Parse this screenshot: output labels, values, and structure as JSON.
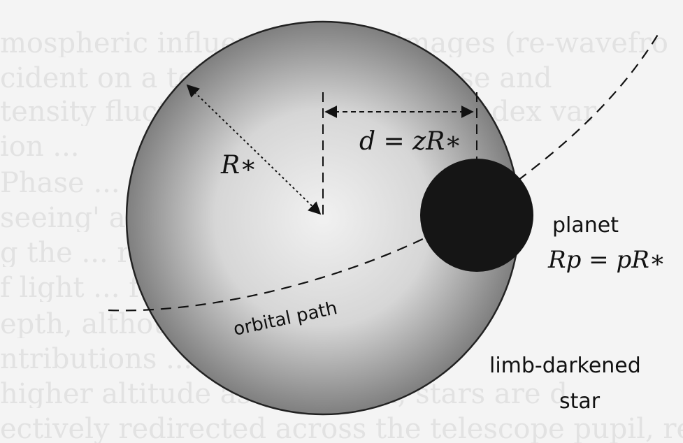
{
  "diagram": {
    "labels": {
      "stellar_radius": "R∗",
      "distance": "d = zR∗",
      "planet": "planet",
      "planet_radius": "Rp = pR∗",
      "orbital_path": "orbital path",
      "star_line1": "limb-darkened",
      "star_line2": "star"
    },
    "colors": {
      "star_center": "#f1f1f1",
      "star_edge": "#7f7f7f",
      "planet": "#151515",
      "background": "#f4f4f4"
    }
  },
  "background_text": [
    "mospheric influence on the images (re-wavefro",
    "cident on a telescope ... this phase and",
    "tensity fluctuations ... refractive index var",
    "ion ...",
    "Phase ... atmospheric",
    "seeing' and ... motions ... affect",
    "g the ... results ... effect",
    "f light ... full vertic",
    "epth, although ... in practice by th",
    "ntributions ... layer, wea",
    "higher altitude as ... ground, stars are d",
    "ectively redirected across the telescope pupil, resulting"
  ]
}
